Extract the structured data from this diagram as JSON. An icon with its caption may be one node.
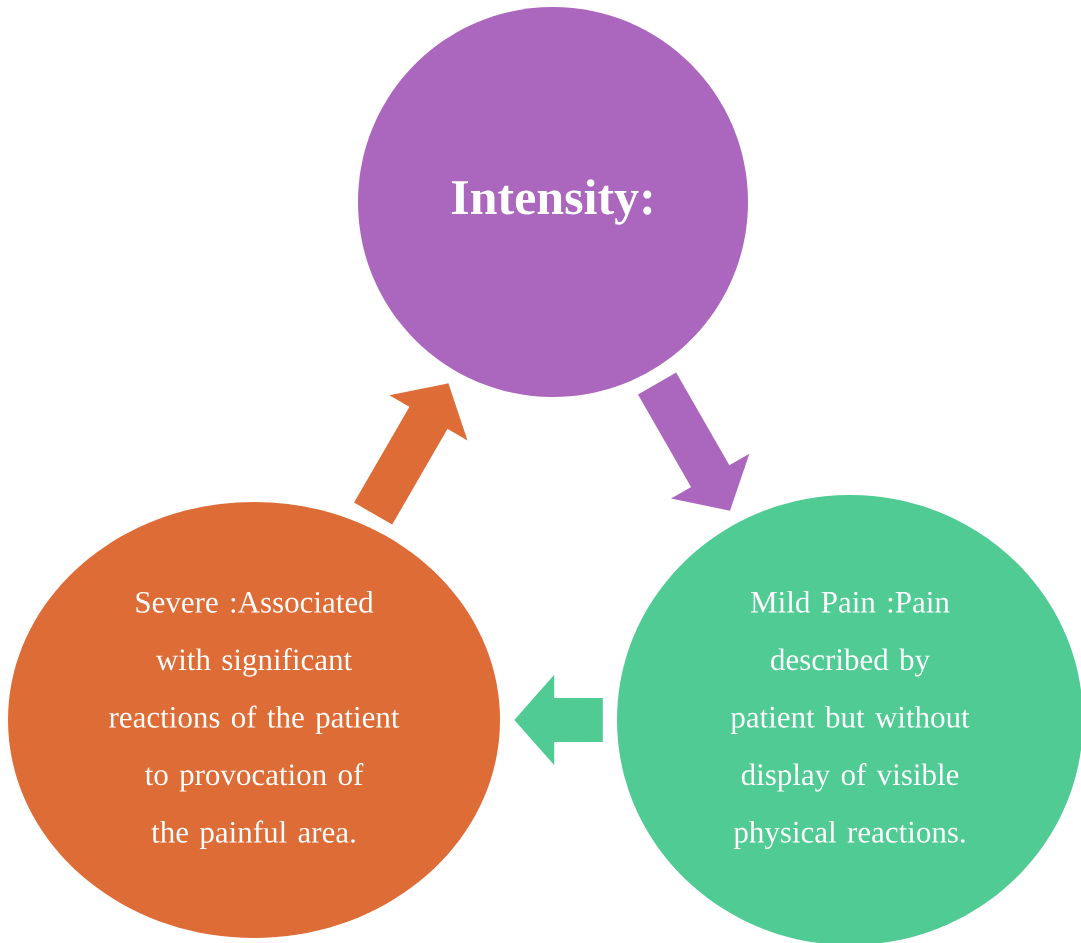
{
  "diagram": {
    "nodes": [
      {
        "text": [
          "Intensity:"
        ]
      },
      {
        "text": [
          "Severe :Associated with significant reactions of the patient to provocation of the painful area."
        ]
      },
      {
        "text": [
          "Mild Pain :Pain described by patient but without display of visible physical reactions."
        ]
      }
    ],
    "edges": [
      {
        "from": 0,
        "to": 2,
        "arrow": "to",
        "color": "#ab67bd"
      },
      {
        "from": 2,
        "to": 1,
        "arrow": "to",
        "color": "#50cb94"
      },
      {
        "from": 1,
        "to": 0,
        "arrow": "to",
        "color": "#de6c36"
      }
    ]
  }
}
